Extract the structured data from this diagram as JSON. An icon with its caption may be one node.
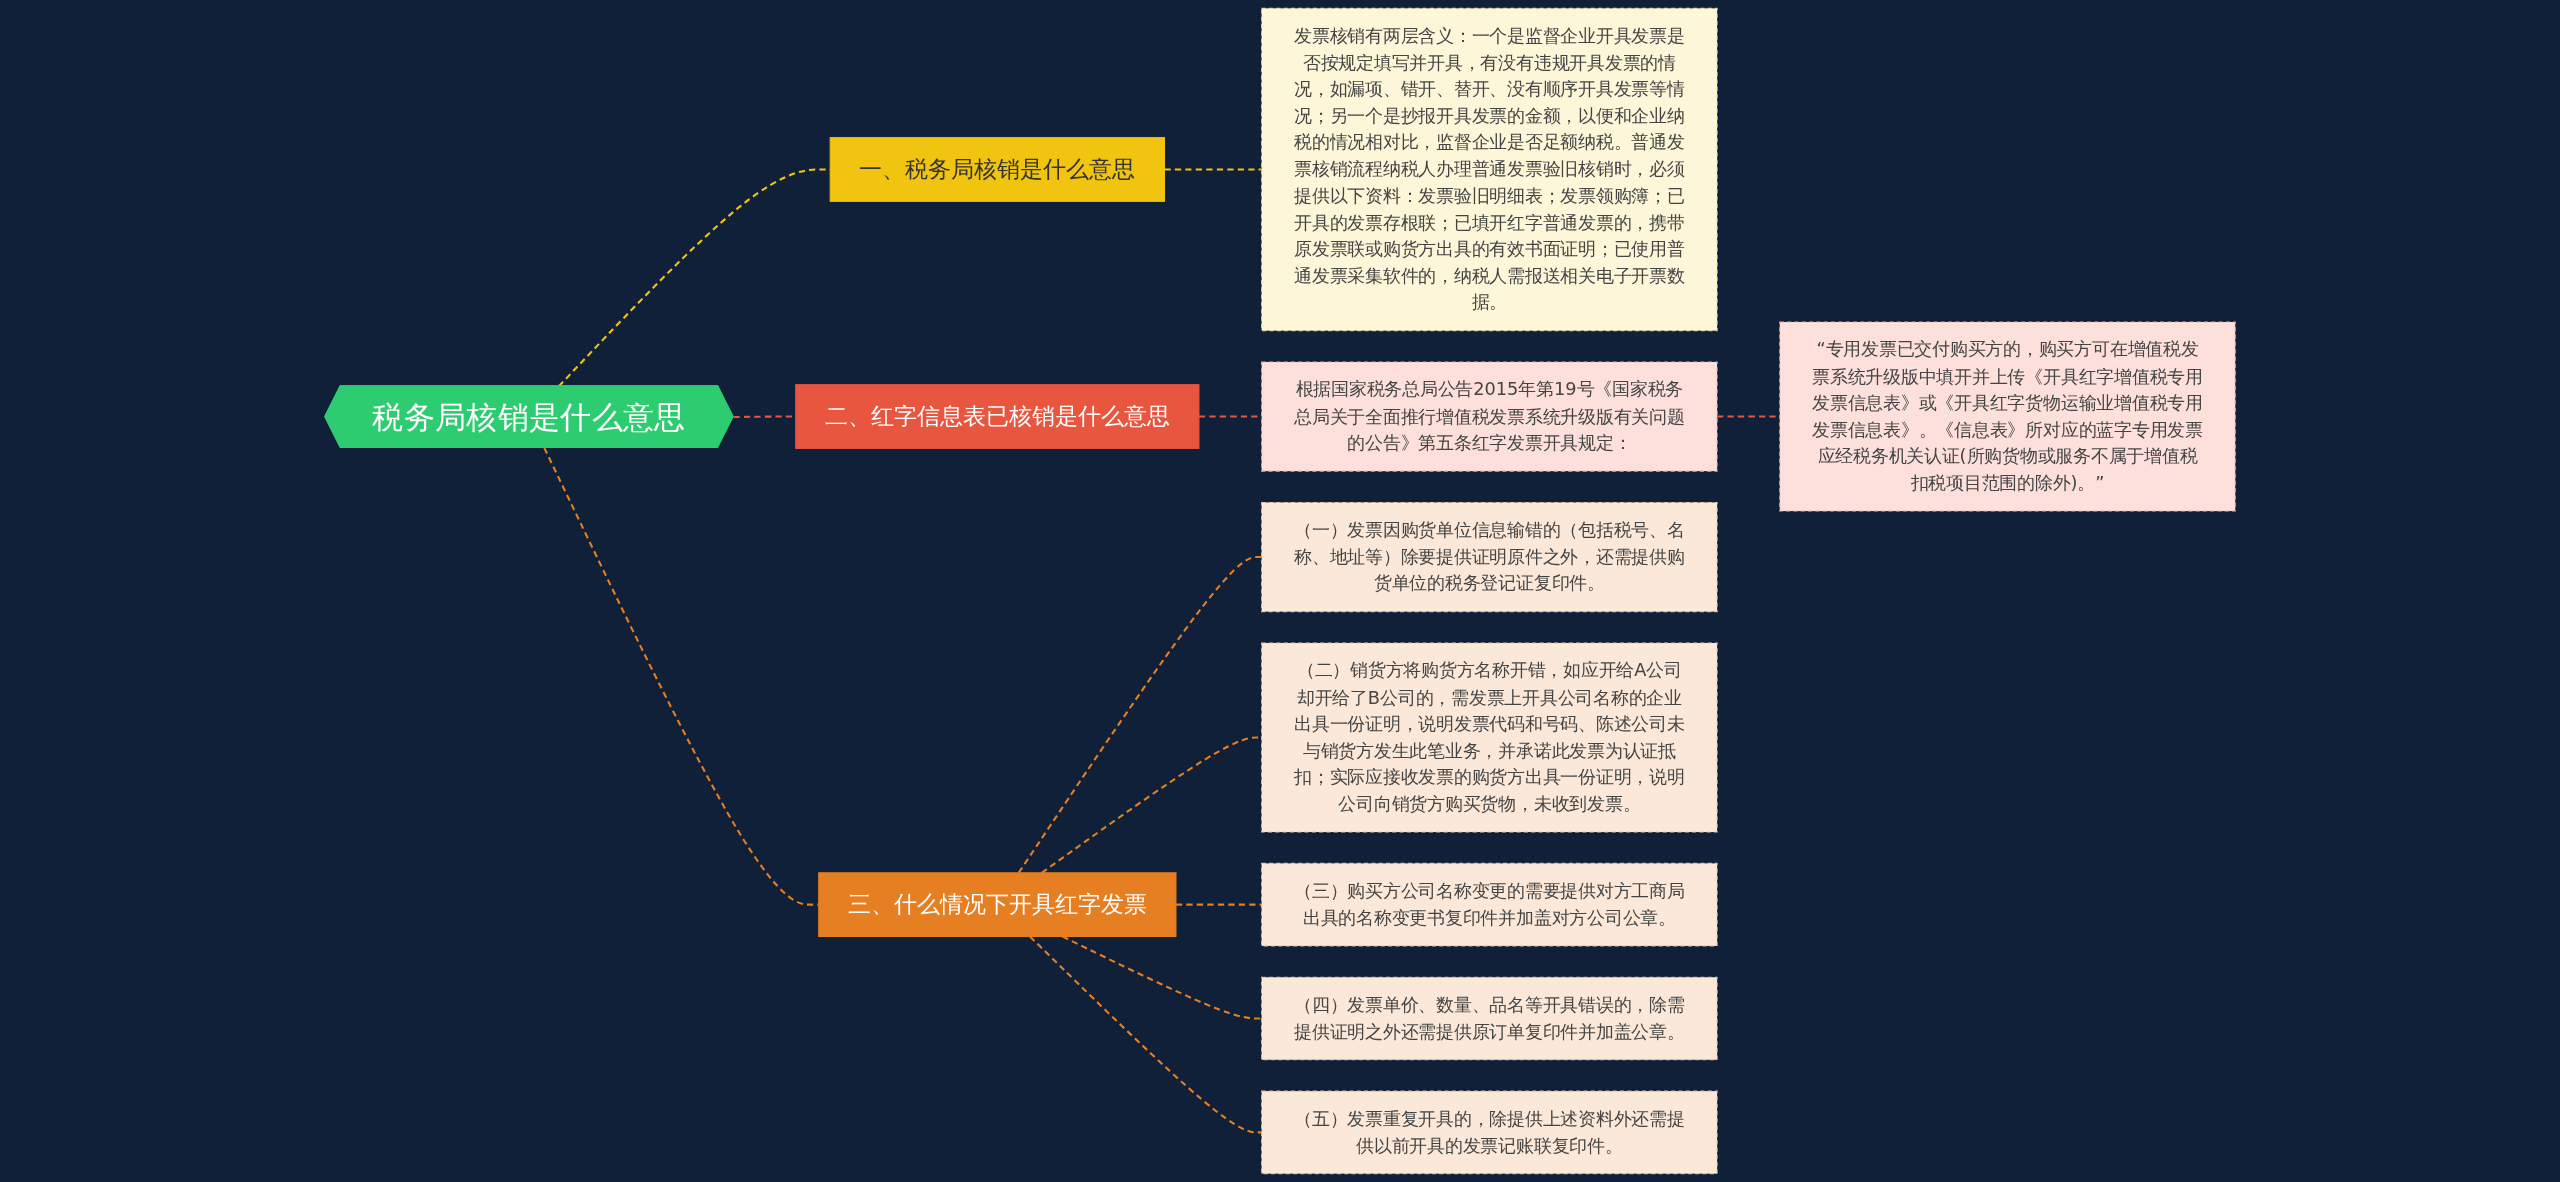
{
  "diagram": {
    "nodes": [
      {
        "text": [
          "税务局核销是什么意思"
        ]
      },
      {
        "text": [
          "一、税务局核销是什么意思"
        ]
      },
      {
        "text": [
          "发票核销有两层含义：一个是监督企业开具发票是否按规定填写并开具，有没有违规开具发票的情况，如漏项、错开、替开、没有顺序开具发票等情况；另一个是抄报开具发票的金额，以便和企业纳税的情况相对比，监督企业是否足额纳税。普通发票核销流程纳税人办理普通发票验旧核销时，必须提供以下资料：发票验旧明细表；发票领购簿；已开具的发票存根联；已填开红字普通发票的，携带原发票联或购货方出具的有效书面证明；已使用普通发票采集软件的，纳税人需报送相关电子开票数据。"
        ]
      },
      {
        "text": [
          "二、红字信息表已核销是什么意思"
        ]
      },
      {
        "text": [
          "根据国家税务总局公告2015年第19号《国家税务总局关于全面推行增值税发票系统升级版有关问题的公告》第五条红字发票开具规定："
        ]
      },
      {
        "text": [
          "“专用发票已交付购买方的，购买方可在增值税发票系统升级版中填开并上传《开具红字增值税专用发票信息表》或《开具红字货物运输业增值税专用发票信息表》。《信息表》所对应的蓝字专用发票应经税务机关认证(所购货物或服务不属于增值税扣税项目范围的除外)。”"
        ]
      },
      {
        "text": [
          "三、什么情况下开具红字发票"
        ]
      },
      {
        "text": [
          "（一）发票因购货单位信息输错的（包括税号、名称、地址等）除要提供证明原件之外，还需提供购货单位的税务登记证复印件。"
        ]
      },
      {
        "text": [
          "（二）销货方将购货方名称开错，如应开给A公司却开给了B公司的，需发票上开具公司名称的企业出具一份证明，说明发票代码和号码、陈述公司未与销货方发生此笔业务，并承诺此发票为认证抵扣；实际应接收发票的购货方出具一份证明，说明公司向销货方购买货物，未收到发票。"
        ]
      },
      {
        "text": [
          "（三）购买方公司名称变更的需要提供对方工商局出具的名称变更书复印件并加盖对方公司公章。"
        ]
      },
      {
        "text": [
          "（四）发票单价、数量、品名等开具错误的，除需提供证明之外还需提供原订单复印件并加盖公章。"
        ]
      },
      {
        "text": [
          "（五）发票重复开具的，除提供上述资料外还需提供以前开具的发票记账联复印件。"
        ]
      }
    ],
    "edges": [
      {
        "from": 0,
        "to": 1,
        "arrow": "none",
        "style": "dashed",
        "color": "#f1c40f"
      },
      {
        "from": 1,
        "to": 2,
        "arrow": "none",
        "style": "dashed",
        "color": "#f1c40f"
      },
      {
        "from": 0,
        "to": 3,
        "arrow": "none",
        "style": "dashed",
        "color": "#e8563f"
      },
      {
        "from": 3,
        "to": 4,
        "arrow": "none",
        "style": "dashed",
        "color": "#e8563f"
      },
      {
        "from": 4,
        "to": 5,
        "arrow": "none",
        "style": "dashed",
        "color": "#e8563f"
      },
      {
        "from": 0,
        "to": 6,
        "arrow": "none",
        "style": "dashed"
      },
      {
        "from": 6,
        "to": 7,
        "arrow": "none",
        "style": "dashed"
      },
      {
        "from": 6,
        "to": 8,
        "arrow": "none",
        "style": "dashed"
      },
      {
        "from": 6,
        "to": 9,
        "arrow": "none",
        "style": "dashed"
      },
      {
        "from": 6,
        "to": 10,
        "arrow": "none",
        "style": "dashed"
      },
      {
        "from": 6,
        "to": 11,
        "arrow": "none",
        "style": "dashed"
      }
    ]
  }
}
